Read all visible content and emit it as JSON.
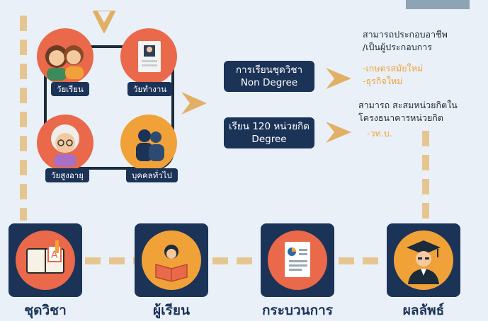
{
  "groups": {
    "students": "วัยเรียน",
    "workers": "วัยทำงาน",
    "elderly": "วัยสูงอายุ",
    "general": "บุคคลทั่วไป"
  },
  "paths": {
    "non_degree_line1": "การเรียนชุดวิชา",
    "non_degree_line2": "Non Degree",
    "degree_line1": "เรียน 120 หน่วยกิต",
    "degree_line2": "Degree"
  },
  "outcomes": {
    "career_line1": "สามารถประกอบอาชีพ",
    "career_line2": "/เป็นผู้ประกอบการ",
    "career_item1": "-เกษตรสมัยใหม่",
    "career_item2": "-ธุรกิจใหม่",
    "credit_line1": "สามารถ สะสมหน่วยกิตใน",
    "credit_line2": "โครงธนาคารหน่วยกิต",
    "credit_item1": "-วท.บ."
  },
  "steps": [
    {
      "label": "ชุดวิชา",
      "icon": "book-icon"
    },
    {
      "label": "ผู้เรียน",
      "icon": "reader-icon"
    },
    {
      "label": "กระบวนการ",
      "icon": "document-icon"
    },
    {
      "label": "ผลลัพธ์",
      "icon": "graduate-icon"
    }
  ],
  "colors": {
    "navy": "#1c3358",
    "accent_orange": "#f0a238",
    "dash": "#e6c690",
    "background": "#e9f0f8"
  }
}
